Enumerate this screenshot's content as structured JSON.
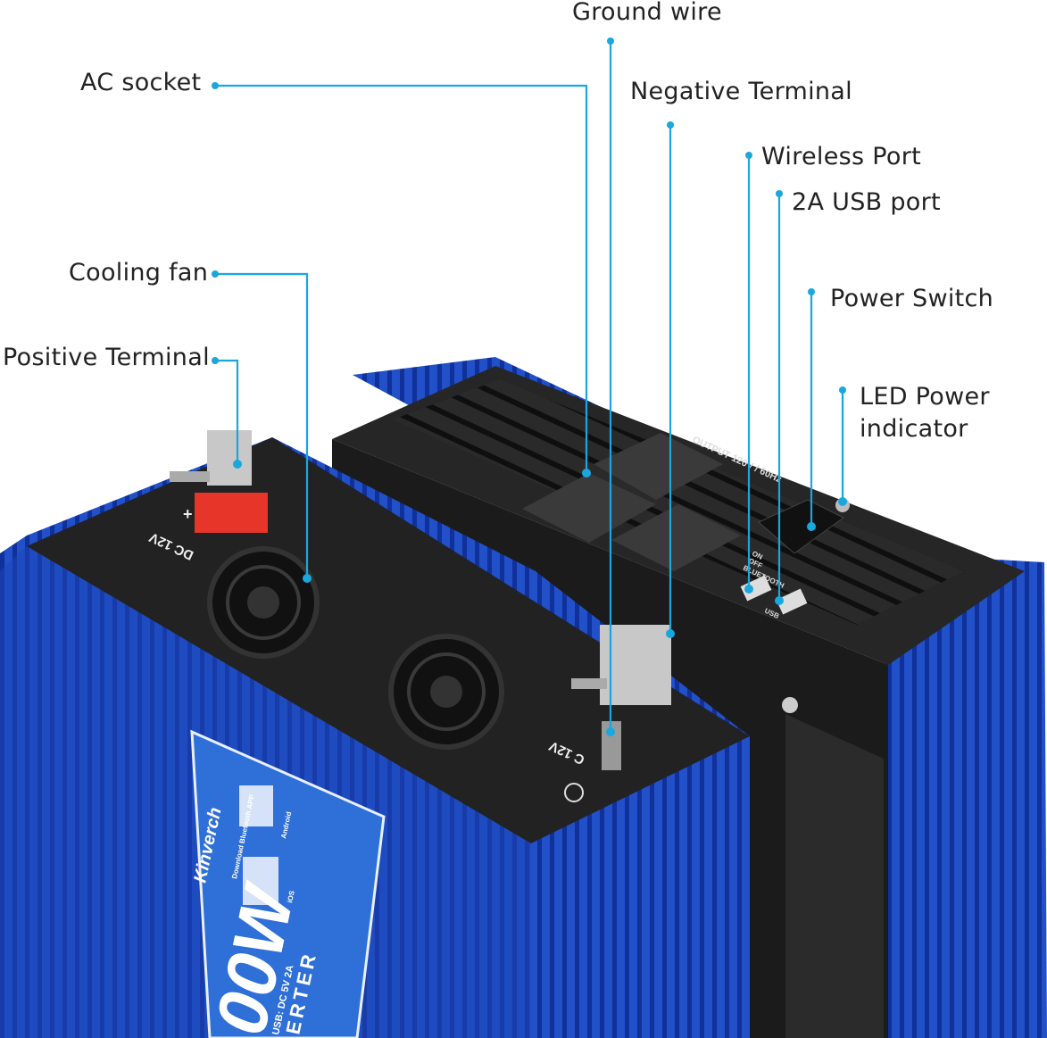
{
  "callout_color": "#1aa7dd",
  "labels": {
    "ground_wire": "Ground wire",
    "ac_socket": "AC socket",
    "negative_terminal": "Negative Terminal",
    "wireless_port": "Wireless Port",
    "usb_port": "2A USB port",
    "power_switch": "Power Switch",
    "led_line1": "LED Power",
    "led_line2": "indicator",
    "cooling_fan": "Cooling fan",
    "positive_terminal": "Positive Terminal"
  },
  "device": {
    "output_label": "OUTPUT 120V / 60Hz",
    "switch_on": "ON",
    "switch_off": "OFF",
    "switch_bluetooth": "BLUETOOTH",
    "usb_label": "USB",
    "dc_label": "DC 12V",
    "dc_label_2": "C 12V",
    "plus": "+",
    "brand": "Kinverch",
    "app_text": "Download Bluetooth APP",
    "android": "Android",
    "ios": "iOS",
    "usb_spec": "USB: DC 5V 2A",
    "wattage": "00W",
    "product_word": "ERTER",
    "body_color": "#1f4fc8",
    "plate_color": "#232323"
  }
}
